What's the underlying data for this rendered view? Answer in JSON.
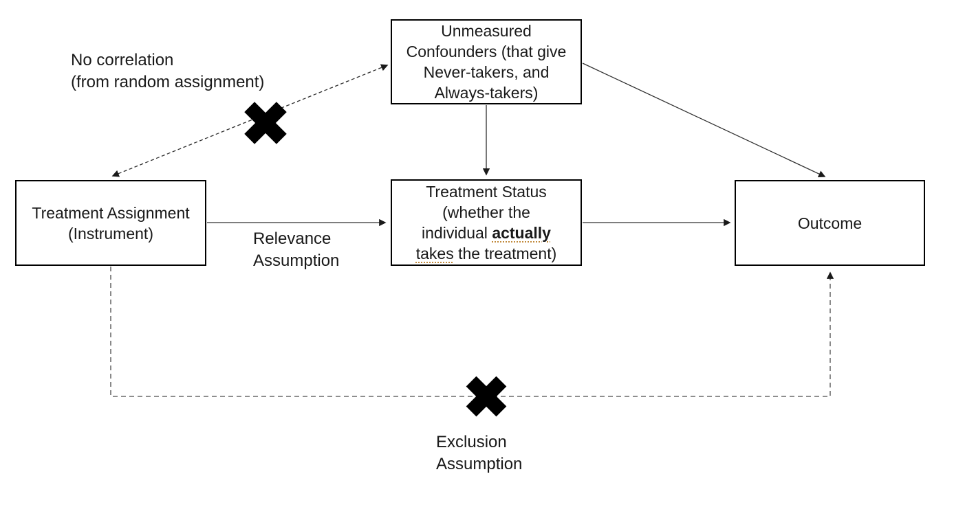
{
  "page": {
    "background": "#ffffff"
  },
  "colors": {
    "box_border": "#000000",
    "text": "#191919",
    "connector": "#303030",
    "exclusion_connector": "#4a4a4a",
    "cross": "#000000",
    "proof_underline": "#c18a3c"
  },
  "nodes": {
    "unmeasured_confounders": {
      "lines": [
        "Unmeasured",
        "Confounders (that give",
        "Never-takers, and",
        "Always-takers)"
      ]
    },
    "treatment_assignment": {
      "lines": [
        "Treatment Assignment",
        "(Instrument)"
      ]
    },
    "treatment_status": {
      "line1": "Treatment Status",
      "line2": "(whether the",
      "line3_prefix": "individual ",
      "line3_bold": "actually",
      "line4_marked": "takes",
      "line4_rest": " the treatment)"
    },
    "outcome": {
      "label": "Outcome"
    }
  },
  "labels": {
    "no_correlation": {
      "line1": "No correlation",
      "line2": "(from random assignment)"
    },
    "relevance": {
      "line1": "Relevance",
      "line2": "Assumption"
    },
    "exclusion": {
      "line1": "Exclusion",
      "line2": "Assumption"
    }
  },
  "icons": {
    "no_correlation_cross": "heavy-x",
    "exclusion_cross": "heavy-x"
  },
  "edges": [
    {
      "from": "treatment_assignment",
      "to": "unmeasured_confounders",
      "style": "dashed",
      "arrowheads": "both",
      "crossed_out": true,
      "label": "No correlation (from random assignment)"
    },
    {
      "from": "unmeasured_confounders",
      "to": "treatment_status",
      "style": "solid",
      "arrowheads": "end",
      "crossed_out": false,
      "label": ""
    },
    {
      "from": "unmeasured_confounders",
      "to": "outcome",
      "style": "solid",
      "arrowheads": "end",
      "crossed_out": false,
      "label": ""
    },
    {
      "from": "treatment_assignment",
      "to": "treatment_status",
      "style": "solid",
      "arrowheads": "end",
      "crossed_out": false,
      "label": "Relevance Assumption"
    },
    {
      "from": "treatment_status",
      "to": "outcome",
      "style": "solid",
      "arrowheads": "end",
      "crossed_out": false,
      "label": ""
    },
    {
      "from": "treatment_assignment",
      "to": "outcome",
      "style": "dashed",
      "arrowheads": "end",
      "crossed_out": true,
      "label": "Exclusion Assumption"
    }
  ]
}
